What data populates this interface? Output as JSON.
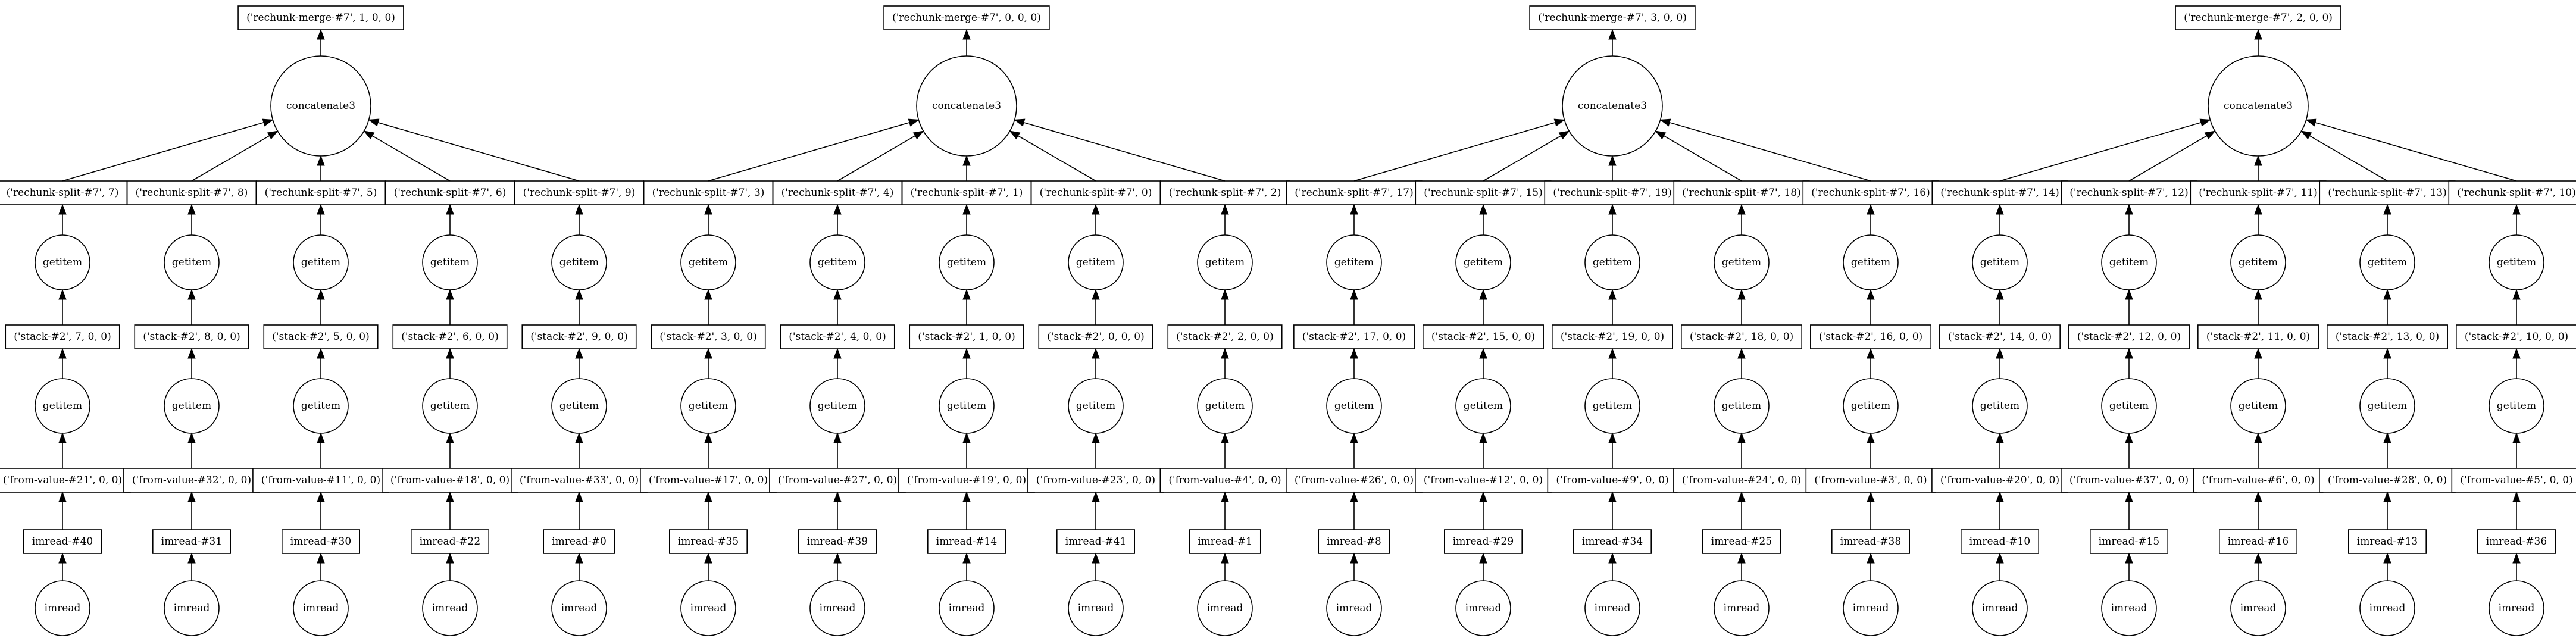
{
  "graph": {
    "clusters": [
      {
        "merge": "('rechunk-merge-#7', 1, 0, 0)",
        "concat": "concatenate3",
        "branches": [
          {
            "split": "('rechunk-split-#7', 7)",
            "getitem_top": "getitem",
            "stack": "('stack-#2', 7, 0, 0)",
            "getitem_bottom": "getitem",
            "from_value": "('from-value-#21', 0, 0)",
            "imread_box": "imread-#40",
            "imread_circle": "imread"
          },
          {
            "split": "('rechunk-split-#7', 8)",
            "getitem_top": "getitem",
            "stack": "('stack-#2', 8, 0, 0)",
            "getitem_bottom": "getitem",
            "from_value": "('from-value-#32', 0, 0)",
            "imread_box": "imread-#31",
            "imread_circle": "imread"
          },
          {
            "split": "('rechunk-split-#7', 5)",
            "getitem_top": "getitem",
            "stack": "('stack-#2', 5, 0, 0)",
            "getitem_bottom": "getitem",
            "from_value": "('from-value-#11', 0, 0)",
            "imread_box": "imread-#30",
            "imread_circle": "imread"
          },
          {
            "split": "('rechunk-split-#7', 6)",
            "getitem_top": "getitem",
            "stack": "('stack-#2', 6, 0, 0)",
            "getitem_bottom": "getitem",
            "from_value": "('from-value-#18', 0, 0)",
            "imread_box": "imread-#22",
            "imread_circle": "imread"
          },
          {
            "split": "('rechunk-split-#7', 9)",
            "getitem_top": "getitem",
            "stack": "('stack-#2', 9, 0, 0)",
            "getitem_bottom": "getitem",
            "from_value": "('from-value-#33', 0, 0)",
            "imread_box": "imread-#0",
            "imread_circle": "imread"
          }
        ]
      },
      {
        "merge": "('rechunk-merge-#7', 0, 0, 0)",
        "concat": "concatenate3",
        "branches": [
          {
            "split": "('rechunk-split-#7', 3)",
            "getitem_top": "getitem",
            "stack": "('stack-#2', 3, 0, 0)",
            "getitem_bottom": "getitem",
            "from_value": "('from-value-#17', 0, 0)",
            "imread_box": "imread-#35",
            "imread_circle": "imread"
          },
          {
            "split": "('rechunk-split-#7', 4)",
            "getitem_top": "getitem",
            "stack": "('stack-#2', 4, 0, 0)",
            "getitem_bottom": "getitem",
            "from_value": "('from-value-#27', 0, 0)",
            "imread_box": "imread-#39",
            "imread_circle": "imread"
          },
          {
            "split": "('rechunk-split-#7', 1)",
            "getitem_top": "getitem",
            "stack": "('stack-#2', 1, 0, 0)",
            "getitem_bottom": "getitem",
            "from_value": "('from-value-#19', 0, 0)",
            "imread_box": "imread-#14",
            "imread_circle": "imread"
          },
          {
            "split": "('rechunk-split-#7', 0)",
            "getitem_top": "getitem",
            "stack": "('stack-#2', 0, 0, 0)",
            "getitem_bottom": "getitem",
            "from_value": "('from-value-#23', 0, 0)",
            "imread_box": "imread-#41",
            "imread_circle": "imread"
          },
          {
            "split": "('rechunk-split-#7', 2)",
            "getitem_top": "getitem",
            "stack": "('stack-#2', 2, 0, 0)",
            "getitem_bottom": "getitem",
            "from_value": "('from-value-#4', 0, 0)",
            "imread_box": "imread-#1",
            "imread_circle": "imread"
          }
        ]
      },
      {
        "merge": "('rechunk-merge-#7', 3, 0, 0)",
        "concat": "concatenate3",
        "branches": [
          {
            "split": "('rechunk-split-#7', 17)",
            "getitem_top": "getitem",
            "stack": "('stack-#2', 17, 0, 0)",
            "getitem_bottom": "getitem",
            "from_value": "('from-value-#26', 0, 0)",
            "imread_box": "imread-#8",
            "imread_circle": "imread"
          },
          {
            "split": "('rechunk-split-#7', 15)",
            "getitem_top": "getitem",
            "stack": "('stack-#2', 15, 0, 0)",
            "getitem_bottom": "getitem",
            "from_value": "('from-value-#12', 0, 0)",
            "imread_box": "imread-#29",
            "imread_circle": "imread"
          },
          {
            "split": "('rechunk-split-#7', 19)",
            "getitem_top": "getitem",
            "stack": "('stack-#2', 19, 0, 0)",
            "getitem_bottom": "getitem",
            "from_value": "('from-value-#9', 0, 0)",
            "imread_box": "imread-#34",
            "imread_circle": "imread"
          },
          {
            "split": "('rechunk-split-#7', 18)",
            "getitem_top": "getitem",
            "stack": "('stack-#2', 18, 0, 0)",
            "getitem_bottom": "getitem",
            "from_value": "('from-value-#24', 0, 0)",
            "imread_box": "imread-#25",
            "imread_circle": "imread"
          },
          {
            "split": "('rechunk-split-#7', 16)",
            "getitem_top": "getitem",
            "stack": "('stack-#2', 16, 0, 0)",
            "getitem_bottom": "getitem",
            "from_value": "('from-value-#3', 0, 0)",
            "imread_box": "imread-#38",
            "imread_circle": "imread"
          }
        ]
      },
      {
        "merge": "('rechunk-merge-#7', 2, 0, 0)",
        "concat": "concatenate3",
        "branches": [
          {
            "split": "('rechunk-split-#7', 14)",
            "getitem_top": "getitem",
            "stack": "('stack-#2', 14, 0, 0)",
            "getitem_bottom": "getitem",
            "from_value": "('from-value-#20', 0, 0)",
            "imread_box": "imread-#10",
            "imread_circle": "imread"
          },
          {
            "split": "('rechunk-split-#7', 12)",
            "getitem_top": "getitem",
            "stack": "('stack-#2', 12, 0, 0)",
            "getitem_bottom": "getitem",
            "from_value": "('from-value-#37', 0, 0)",
            "imread_box": "imread-#15",
            "imread_circle": "imread"
          },
          {
            "split": "('rechunk-split-#7', 11)",
            "getitem_top": "getitem",
            "stack": "('stack-#2', 11, 0, 0)",
            "getitem_bottom": "getitem",
            "from_value": "('from-value-#6', 0, 0)",
            "imread_box": "imread-#16",
            "imread_circle": "imread"
          },
          {
            "split": "('rechunk-split-#7', 13)",
            "getitem_top": "getitem",
            "stack": "('stack-#2', 13, 0, 0)",
            "getitem_bottom": "getitem",
            "from_value": "('from-value-#28', 0, 0)",
            "imread_box": "imread-#13",
            "imread_circle": "imread"
          },
          {
            "split": "('rechunk-split-#7', 10)",
            "getitem_top": "getitem",
            "stack": "('stack-#2', 10, 0, 0)",
            "getitem_bottom": "getitem",
            "from_value": "('from-value-#5', 0, 0)",
            "imread_box": "imread-#36",
            "imread_circle": "imread"
          }
        ]
      }
    ]
  }
}
